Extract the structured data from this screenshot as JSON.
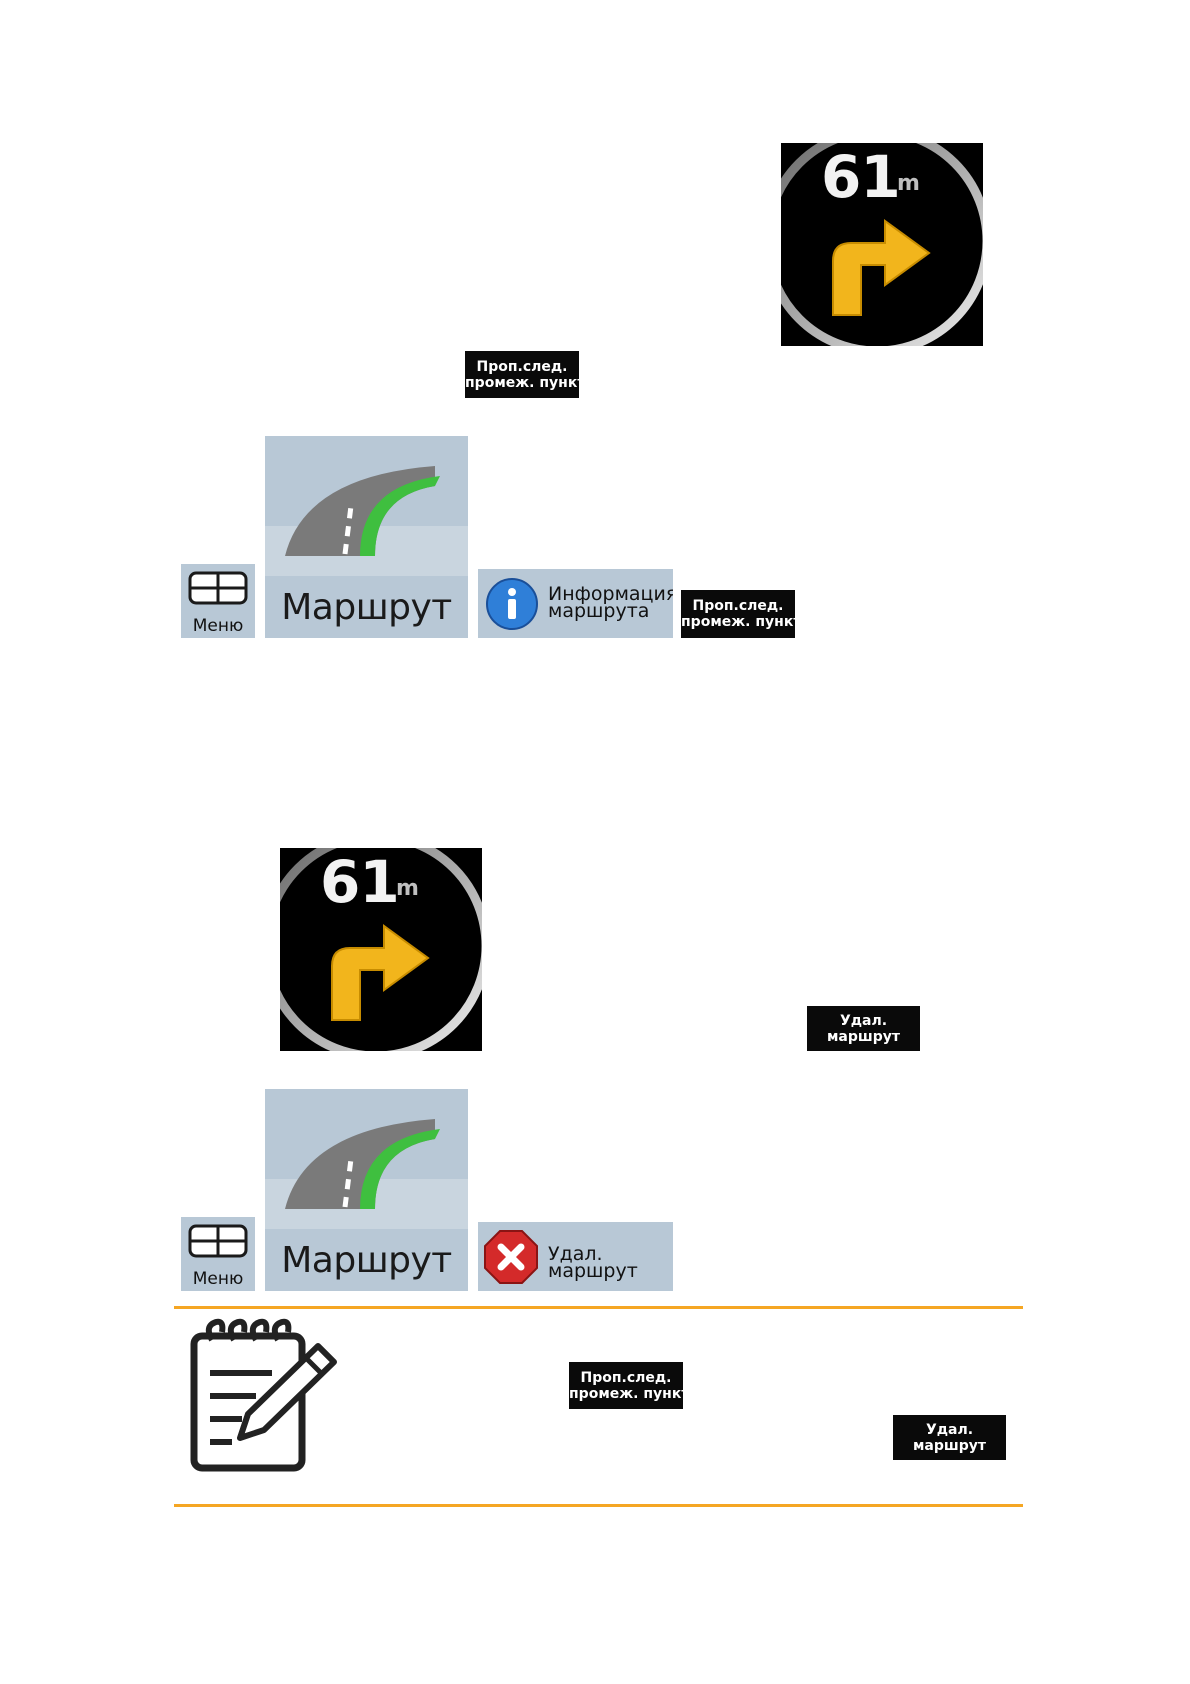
{
  "turn_preview": {
    "distance": "61",
    "unit": "m"
  },
  "buttons": {
    "skip_waypoint": {
      "line1": "Проп.след.",
      "line2": "промеж. пункт"
    },
    "delete_route": {
      "line1": "Удал.",
      "line2": "маршрут"
    }
  },
  "menu": {
    "label": "Меню"
  },
  "route": {
    "label": "Маршрут"
  },
  "route_info": {
    "line1": "Информация",
    "line2": "маршрута"
  },
  "delete_route_tile": {
    "label": "Удал. маршрут"
  },
  "colors": {
    "accent_orange": "#f5a623",
    "arrow_yellow": "#f2b51c",
    "tile_blue": "#b8c8d6",
    "road_green": "#3fbf3f"
  }
}
